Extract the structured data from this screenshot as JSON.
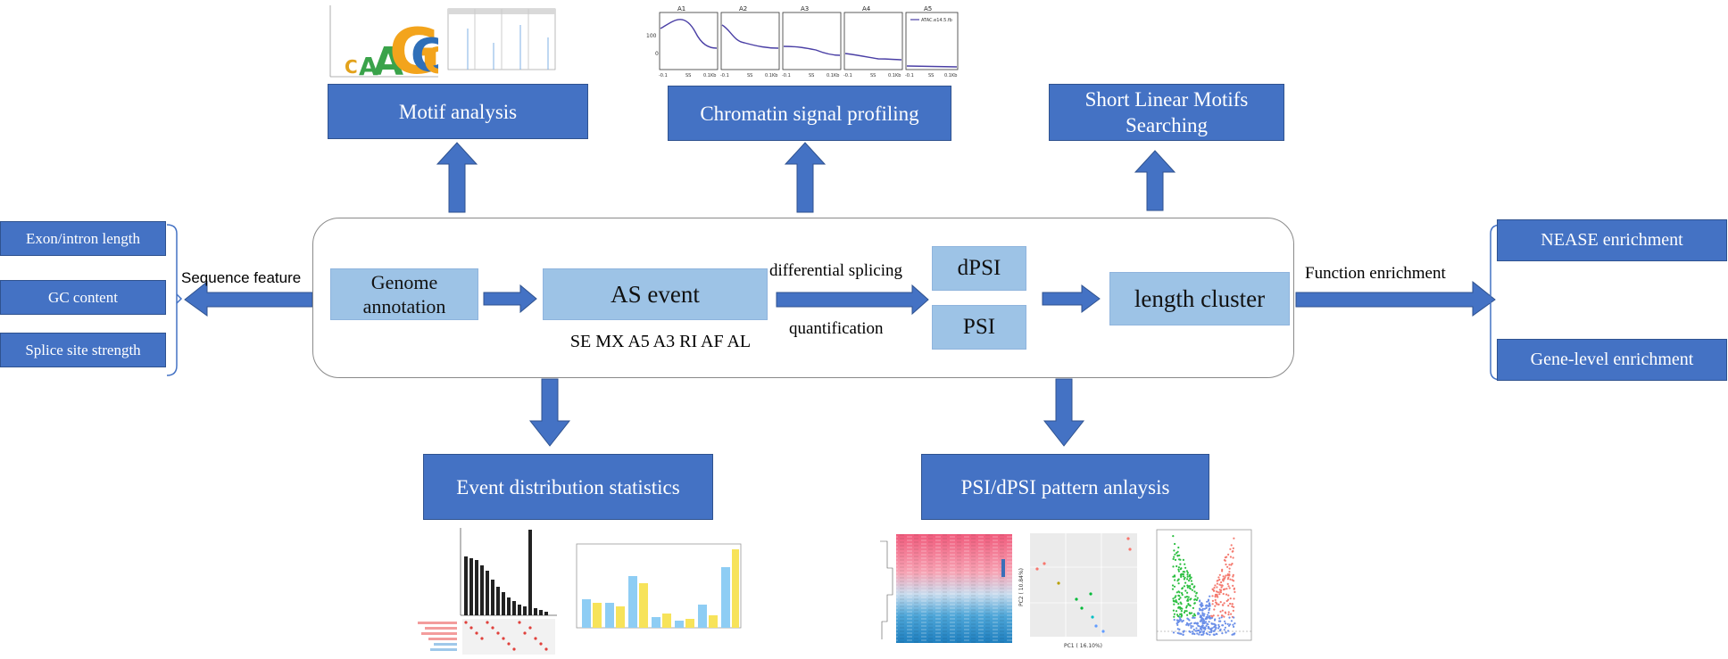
{
  "pipeline": {
    "genome_annotation": "Genome annotation",
    "as_event": "AS event",
    "event_types": "SE MX A5 A3 RI AF AL",
    "differential_splicing": "differential splicing",
    "quantification": "quantification",
    "dpsi": "dPSI",
    "psi": "PSI",
    "length_cluster": "length cluster"
  },
  "top_outputs": {
    "motif_analysis": "Motif analysis",
    "chromatin_profiling": "Chromatin signal profiling",
    "slim_line1": "Short Linear Motifs",
    "slim_line2": "Searching"
  },
  "bottom_outputs": {
    "event_distribution": "Event distribution statistics",
    "psi_pattern": "PSI/dPSI pattern anlaysis"
  },
  "left_outputs": {
    "sequence_feature": "Sequence feature",
    "items": [
      "Exon/intron length",
      "GC content",
      "Splice site strength"
    ]
  },
  "right_outputs": {
    "function_enrichment": "Function enrichment",
    "items": [
      "NEASE enrichment",
      "Gene-level enrichment"
    ]
  },
  "thumbnails": {
    "motif_letters": [
      "A",
      "G",
      "C",
      "G"
    ],
    "chromatin_panels": [
      "A1",
      "A2",
      "A3",
      "A4",
      "A5"
    ],
    "chromatin_ytick": "100",
    "chromatin_ytick2": "0",
    "chromatin_xticks": [
      "-0.1",
      "SS",
      "0.1Kb"
    ],
    "chromatin_legend": "ATAC.e14.5.fb",
    "pca_xlabel": "PC1 ( 16.10%)",
    "pca_ylabel": "PC2 ( 10.84%)"
  },
  "colors": {
    "box_dark": "#4472c4",
    "box_light": "#9dc3e6",
    "bar_blue": "#87ceeb",
    "bar_yellow": "#f7e35a",
    "heat_pink": "#f06a86",
    "heat_blue": "#2b8fc5",
    "volcano_green": "#2bbf40",
    "volcano_red": "#f47a6f",
    "volcano_blue": "#6b8fe8"
  }
}
